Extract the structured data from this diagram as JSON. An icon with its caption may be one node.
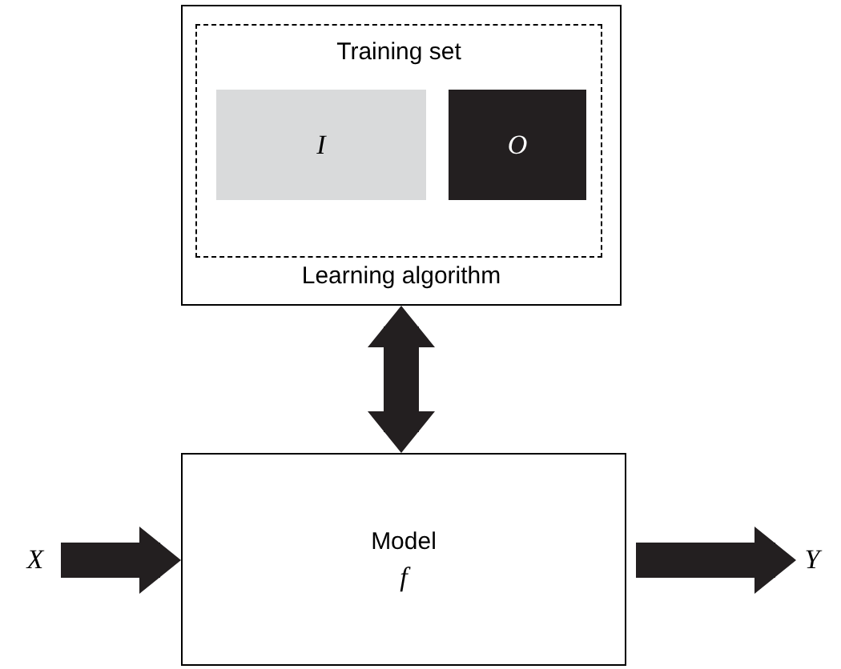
{
  "diagram": {
    "nodes": [
      {
        "text": [
          "Learning algorithm"
        ]
      },
      {
        "text": [
          "Training set"
        ],
        "in": 0
      },
      {
        "text": [
          "I"
        ],
        "in": 1
      },
      {
        "text": [
          "O"
        ],
        "in": 1
      },
      {
        "text": [
          "Model",
          "f"
        ]
      },
      {
        "text": [
          "X"
        ]
      },
      {
        "text": [
          "Y"
        ]
      }
    ],
    "edges": [
      {
        "from": 0,
        "to": 4,
        "arrow": "both"
      },
      {
        "from": 5,
        "to": 4,
        "arrow": "to"
      },
      {
        "from": 4,
        "to": 6,
        "arrow": "to"
      }
    ]
  }
}
